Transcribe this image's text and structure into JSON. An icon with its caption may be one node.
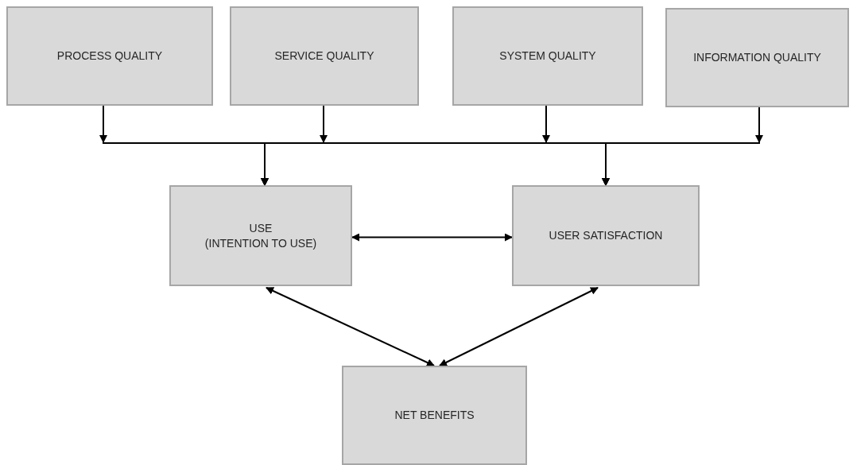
{
  "diagram": {
    "nodes": [
      {
        "text": [
          "PROCESS QUALITY"
        ]
      },
      {
        "text": [
          "SERVICE QUALITY"
        ]
      },
      {
        "text": [
          "SYSTEM QUALITY"
        ]
      },
      {
        "text": [
          "INFORMATION QUALITY"
        ]
      },
      {
        "text": [
          "USE",
          "(INTENTION TO USE)"
        ]
      },
      {
        "text": [
          "USER SATISFACTION"
        ]
      },
      {
        "text": [
          "NET BENEFITS"
        ]
      }
    ],
    "edges": [
      {
        "from": 0,
        "to": 4,
        "arrow": "to"
      },
      {
        "from": 0,
        "to": 5,
        "arrow": "to"
      },
      {
        "from": 1,
        "to": 4,
        "arrow": "to"
      },
      {
        "from": 1,
        "to": 5,
        "arrow": "to"
      },
      {
        "from": 2,
        "to": 4,
        "arrow": "to"
      },
      {
        "from": 2,
        "to": 5,
        "arrow": "to"
      },
      {
        "from": 3,
        "to": 4,
        "arrow": "to"
      },
      {
        "from": 3,
        "to": 5,
        "arrow": "to"
      },
      {
        "from": 4,
        "to": 5,
        "arrow": "both"
      },
      {
        "from": 4,
        "to": 6,
        "arrow": "both"
      },
      {
        "from": 5,
        "to": 6,
        "arrow": "both"
      }
    ]
  }
}
